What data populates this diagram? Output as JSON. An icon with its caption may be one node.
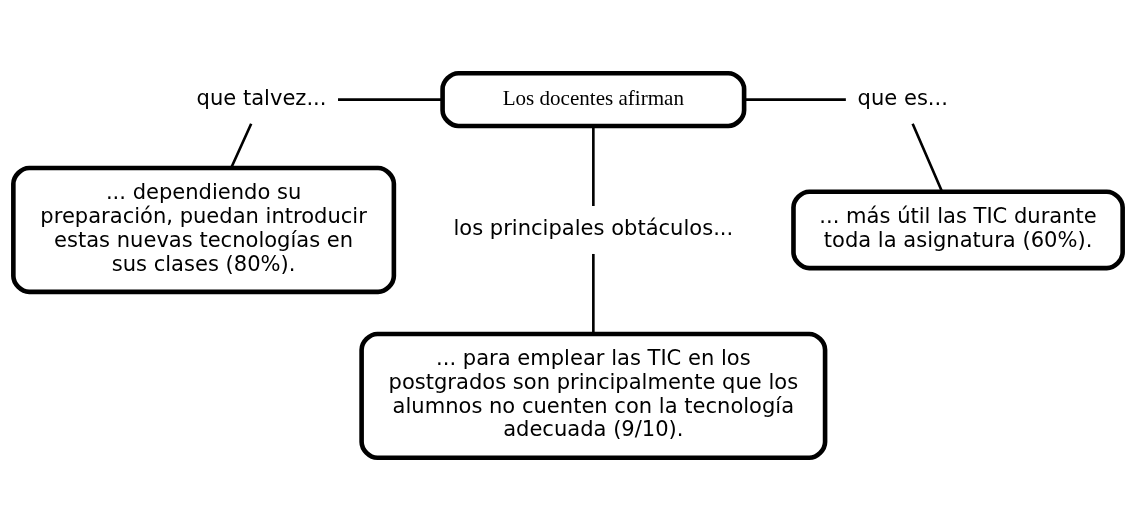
{
  "diagram": {
    "nodes": [
      {
        "text": [
          "Los docentes afirman"
        ]
      },
      {
        "text": [
          "que talvez..."
        ]
      },
      {
        "text": [
          "... dependiendo su preparación, puedan introducir estas nuevas tecnologías en sus clases (80%)."
        ]
      },
      {
        "text": [
          "que es..."
        ]
      },
      {
        "text": [
          "... más útil las TIC durante toda la asignatura (60%)."
        ]
      },
      {
        "text": [
          "los principales obtáculos..."
        ]
      },
      {
        "text": [
          "... para emplear las TIC en los postgrados son principalmente que los alumnos no cuenten con la tecnología adecuada (9/10)."
        ]
      }
    ],
    "edges": [
      {
        "from": 0,
        "to": 1,
        "arrow": "none"
      },
      {
        "from": 1,
        "to": 2,
        "arrow": "none"
      },
      {
        "from": 0,
        "to": 3,
        "arrow": "none"
      },
      {
        "from": 3,
        "to": 4,
        "arrow": "none"
      },
      {
        "from": 0,
        "to": 5,
        "arrow": "none"
      },
      {
        "from": 5,
        "to": 6,
        "arrow": "none"
      }
    ]
  }
}
